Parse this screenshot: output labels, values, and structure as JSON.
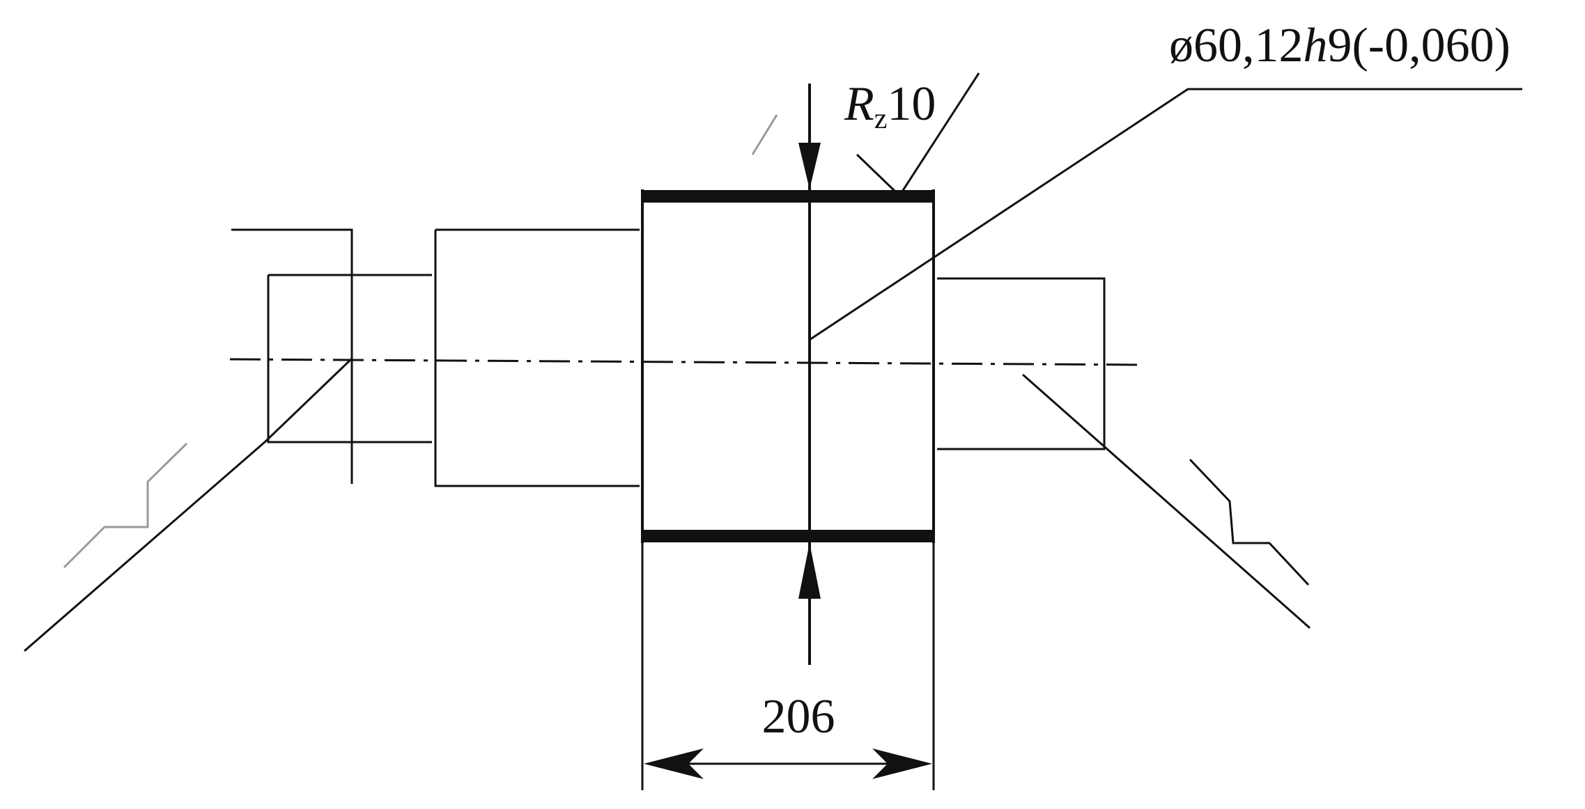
{
  "labels": {
    "diameter_prefix": "ø60,12",
    "diameter_fit_letter": "h",
    "diameter_fit_grade": "9",
    "diameter_tolerance": "(-0,060)",
    "roughness_symbol": "R",
    "roughness_subscript": "z",
    "roughness_value": "10",
    "length_dimension": "206"
  },
  "colors": {
    "line": "#111111",
    "background": "#ffffff",
    "faded": "#9a9a9a"
  }
}
